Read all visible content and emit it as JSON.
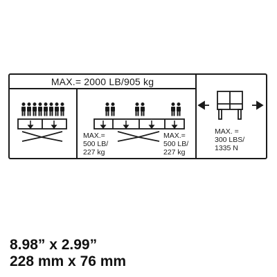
{
  "label": {
    "title": "MAX.= 2000 LB/905 kg",
    "center_left_capacity": [
      "MAX.=",
      "500 LB/",
      "227 kg"
    ],
    "center_right_capacity": [
      "MAX.=",
      "500 LB/",
      "227 kg"
    ],
    "side_capacity": [
      "MAX. =",
      "300 LBS/",
      "1335 N"
    ]
  },
  "dimensions": {
    "imperial": "8.98” x 2.99”",
    "metric": "228 mm x 76 mm"
  },
  "icons": [
    "person-figure-icon",
    "down-arrow-icon",
    "left-arrow-icon",
    "right-arrow-icon",
    "scissor-lift-icon",
    "platform-side-view-icon"
  ],
  "colors": {
    "ink": "#1a1a1a",
    "background": "#ffffff"
  }
}
